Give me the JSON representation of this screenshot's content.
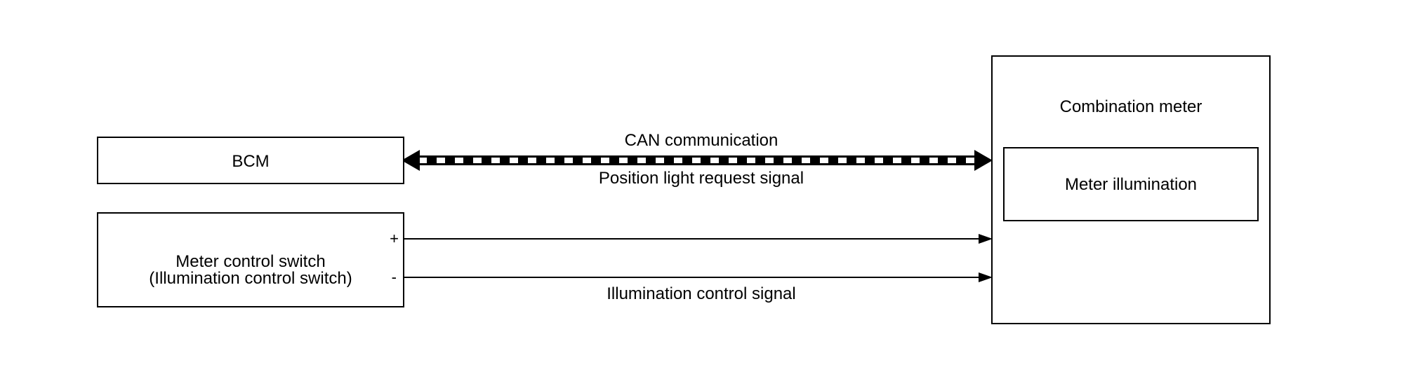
{
  "blocks": {
    "bcm": {
      "label": "BCM"
    },
    "meter_switch": {
      "line1": "Meter control switch",
      "line2": "(Illumination control switch)",
      "plus_sign": "+",
      "minus_sign": "-"
    },
    "combination_meter": {
      "label": "Combination meter",
      "inner": {
        "label": "Meter illumination"
      }
    }
  },
  "signals": {
    "can": {
      "top_label": "CAN communication",
      "bottom_label": "Position light request signal"
    },
    "illumination": {
      "label": "Illumination control signal"
    }
  }
}
